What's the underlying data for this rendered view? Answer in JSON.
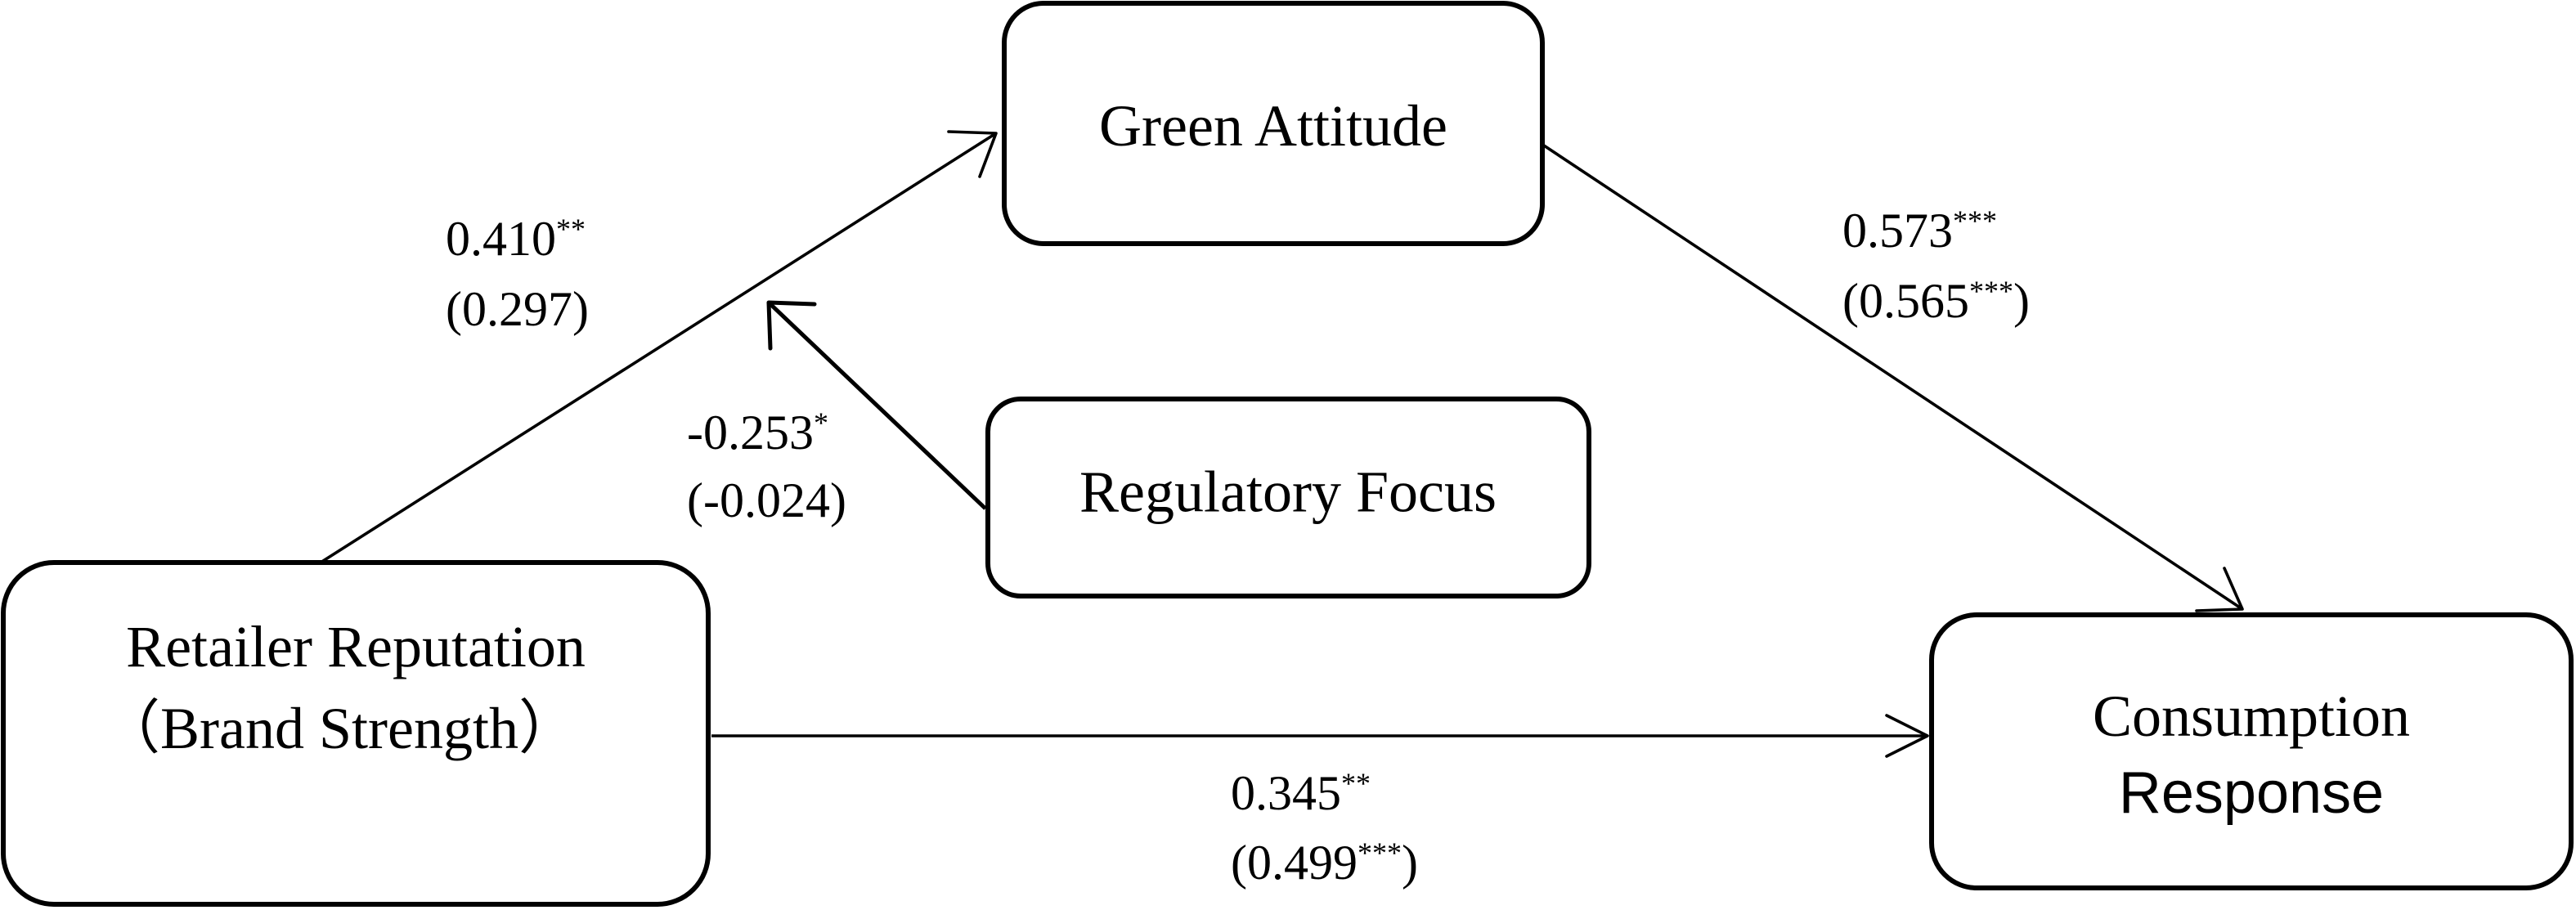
{
  "nodes": {
    "green_attitude": {
      "lines": [
        "Green Attitude"
      ]
    },
    "regulatory_focus": {
      "lines": [
        "Regulatory Focus"
      ]
    },
    "retailer_reputation": {
      "lines": [
        "Retailer Reputation",
        "（Brand Strength）"
      ]
    },
    "consumption_response": {
      "lines": [
        "Consumption",
        "Response"
      ]
    }
  },
  "paths": {
    "retailer_to_green": {
      "coef": "0.410",
      "coef_sig": "**",
      "alt_open": "(",
      "alt": "0.297",
      "alt_sig": "",
      "alt_close": ")"
    },
    "moderator": {
      "coef": "-0.253",
      "coef_sig": "*",
      "alt_open": "(",
      "alt": "-0.024",
      "alt_sig": "",
      "alt_close": ")"
    },
    "green_to_consumption": {
      "coef": "0.573",
      "coef_sig": "***",
      "alt_open": "(",
      "alt": "0.565",
      "alt_sig": "***",
      "alt_close": ")"
    },
    "retailer_to_consumption": {
      "coef": "0.345",
      "coef_sig": "**",
      "alt_open": "(",
      "alt": "0.499",
      "alt_sig": "***",
      "alt_close": ")"
    }
  }
}
